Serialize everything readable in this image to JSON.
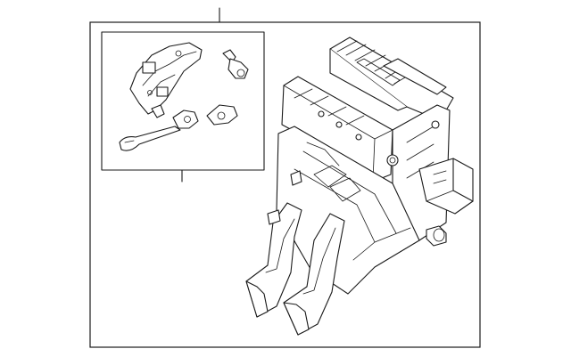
{
  "diagram": {
    "type": "exploded-parts-illustration",
    "background": "#ffffff",
    "line_color": "#1a1a1a",
    "callouts": [
      {
        "id": "main-assembly",
        "label": ""
      },
      {
        "id": "sub-kit",
        "label": ""
      }
    ]
  }
}
